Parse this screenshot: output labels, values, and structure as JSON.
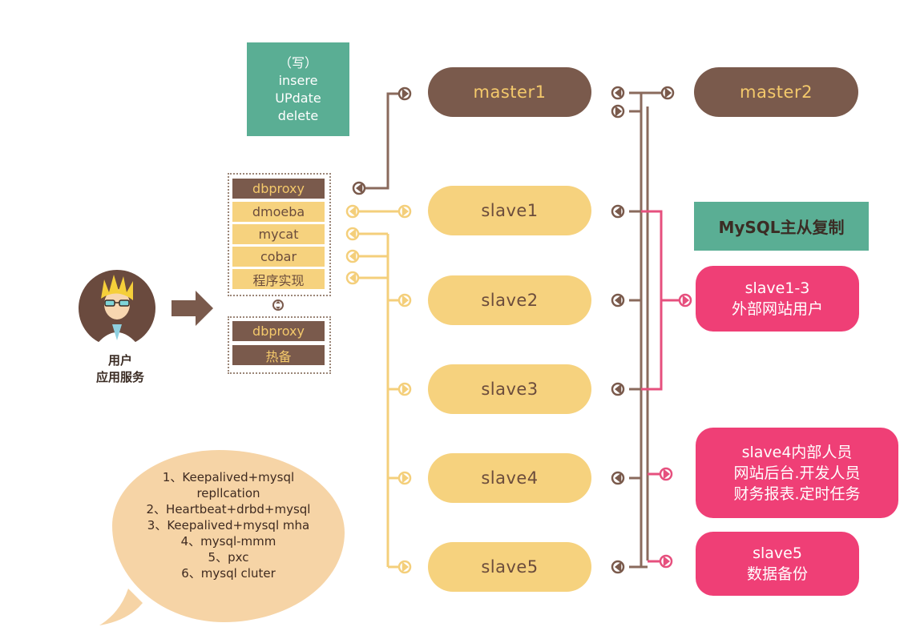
{
  "write_box": {
    "lines": [
      "（写）",
      "insere",
      "UPdate",
      "delete"
    ]
  },
  "proxy_stack": {
    "items": [
      "dbproxy",
      "dmoeba",
      "mycat",
      "cobar",
      "程序实现"
    ]
  },
  "standby_stack": {
    "items": [
      "dbproxy",
      "热备"
    ]
  },
  "user": {
    "line1": "用户",
    "line2": "应用服务"
  },
  "masters": [
    "master1",
    "master2"
  ],
  "slaves": [
    "slave1",
    "slave2",
    "slave3",
    "slave4",
    "slave5"
  ],
  "replication_label": "MySQL主从复制",
  "groups": [
    {
      "lines": [
        "slave1-3",
        "外部网站用户"
      ]
    },
    {
      "lines": [
        "slave4内部人员",
        "网站后台.开发人员",
        "财务报表.定时任务"
      ]
    },
    {
      "lines": [
        "slave5",
        "数据备份"
      ]
    }
  ],
  "ha_options": [
    "1、Keepalived+mysql",
    "repllcation",
    "2、Heartbeat+drbd+mysql",
    "3、Keepalived+mysql mha",
    "4、mysql-mmm",
    "5、pxc",
    "6、mysql cluter"
  ],
  "colors": {
    "brown": "#7a5a4c",
    "gold": "#f4c96b",
    "yellow": "#f6d27e",
    "pink": "#ef3f76",
    "teal": "#5aae94",
    "peach": "#f6d4a6",
    "line_brown": "#8a6a5c",
    "line_yellow": "#f4cf7b",
    "line_pink": "#e6507e"
  }
}
